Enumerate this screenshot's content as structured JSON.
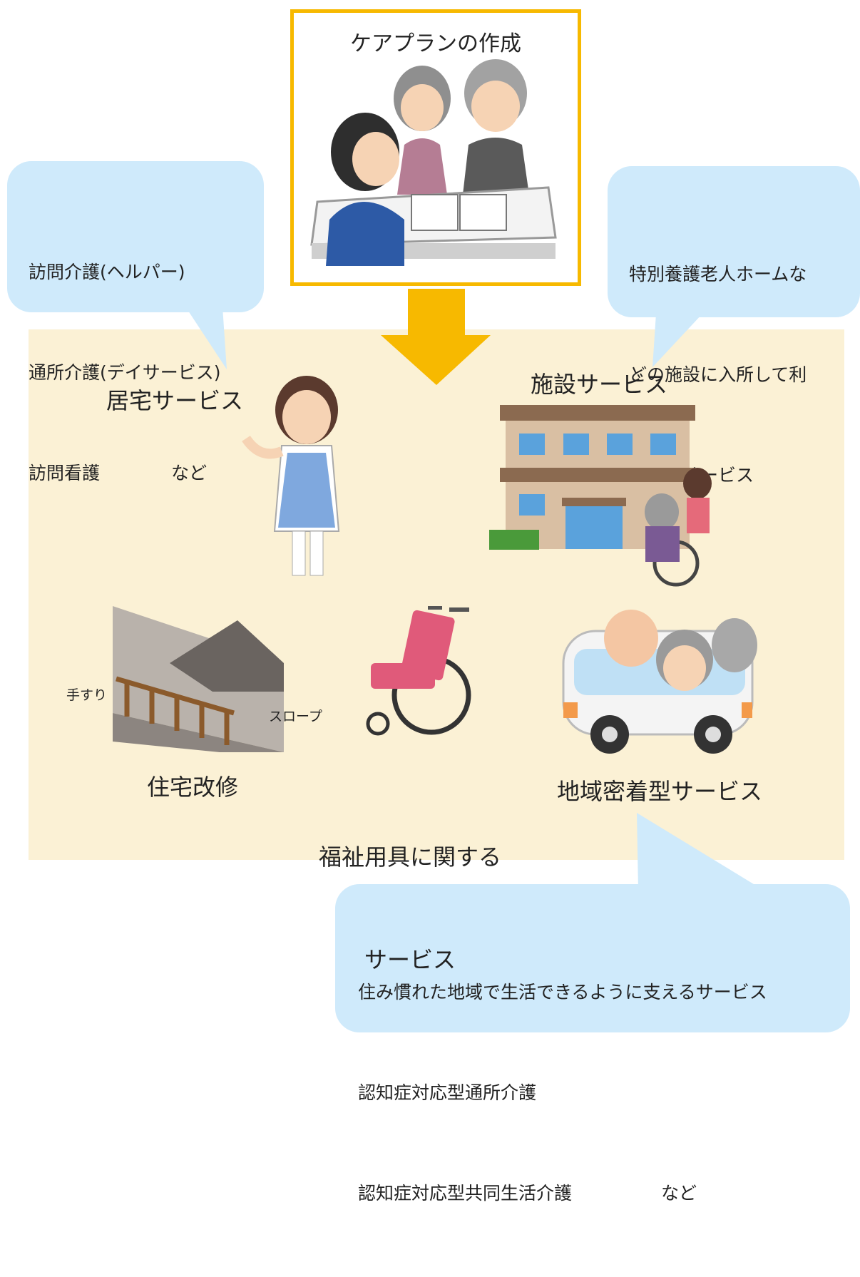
{
  "care_plan": {
    "title": "ケアプランの作成"
  },
  "home_bubble": {
    "line1": "訪問介護(ヘルパー)",
    "line2": "通所介護(デイサービス)",
    "line3": "訪問看護　　　　など"
  },
  "facility_bubble": {
    "line1": "特別養護老人ホームな",
    "line2": "どの施設に入所して利",
    "line3": "用するサービス"
  },
  "community_bubble": {
    "line1": "住み慣れた地域で生活できるように支えるサービス",
    "line2": "認知症対応型通所介護",
    "line3": "認知症対応型共同生活介護　　　　　など"
  },
  "labels": {
    "home": "居宅サービス",
    "facility": "施設サービス",
    "renovation": "住宅改修",
    "welfare_line1": "福祉用具に関する",
    "welfare_line2": "サービス",
    "community": "地域密着型サービス",
    "handrail": "手すり",
    "slope": "スロープ"
  },
  "colors": {
    "accent_border": "#f7b900",
    "arrow": "#f7b900",
    "panel": "#fbf1d5",
    "bubble": "#cfeafb"
  }
}
